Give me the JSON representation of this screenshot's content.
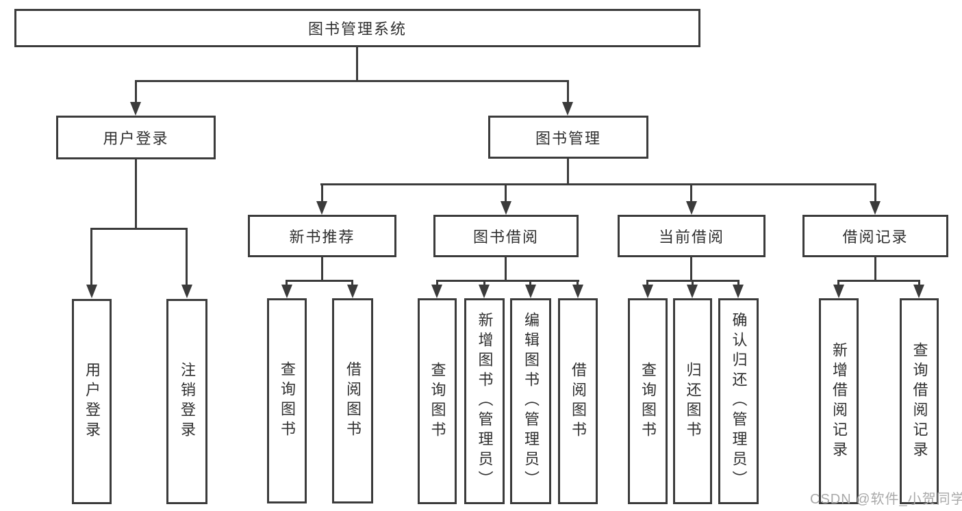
{
  "diagram": {
    "type": "hierarchy-tree",
    "title": "图书管理系统",
    "tree": {
      "label": "图书管理系统",
      "children": [
        {
          "label": "用户登录",
          "children": [
            {
              "label": "用户登录"
            },
            {
              "label": "注销登录"
            }
          ]
        },
        {
          "label": "图书管理",
          "children": [
            {
              "label": "新书推荐",
              "children": [
                {
                  "label": "查询图书"
                },
                {
                  "label": "借阅图书"
                }
              ]
            },
            {
              "label": "图书借阅",
              "children": [
                {
                  "label": "查询图书"
                },
                {
                  "label": "新增图书（管理员）"
                },
                {
                  "label": "编辑图书（管理员）"
                },
                {
                  "label": "借阅图书"
                }
              ]
            },
            {
              "label": "当前借阅",
              "children": [
                {
                  "label": "查询图书"
                },
                {
                  "label": "归还图书"
                },
                {
                  "label": "确认归还（管理员）"
                }
              ]
            },
            {
              "label": "借阅记录",
              "children": [
                {
                  "label": "新增借阅记录"
                },
                {
                  "label": "查询借阅记录"
                }
              ]
            }
          ]
        }
      ]
    }
  },
  "watermark": {
    "text": "CSDN @软件_小贺同学"
  },
  "colors": {
    "line": "#3b3b3b",
    "text": "#2f2f2f",
    "watermark": "#a9a9a9",
    "background": "#ffffff"
  }
}
